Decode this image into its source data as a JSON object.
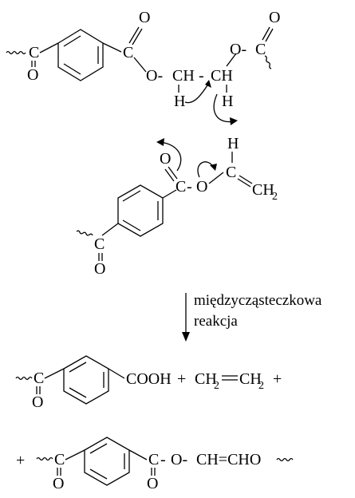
{
  "atoms": {
    "C": "C",
    "O": "O",
    "H": "H",
    "CH": "CH",
    "O_dash": "O-",
    "dash": "-",
    "CH2": "CH",
    "sub2": "2",
    "COOH": "COOH",
    "plus": "+",
    "CH_eq": "CH=CHO"
  },
  "reaction_label": {
    "line1": "międzycząsteczkowa",
    "line2": "reakcja"
  },
  "colors": {
    "ink": "#000000",
    "background": "#ffffff"
  }
}
